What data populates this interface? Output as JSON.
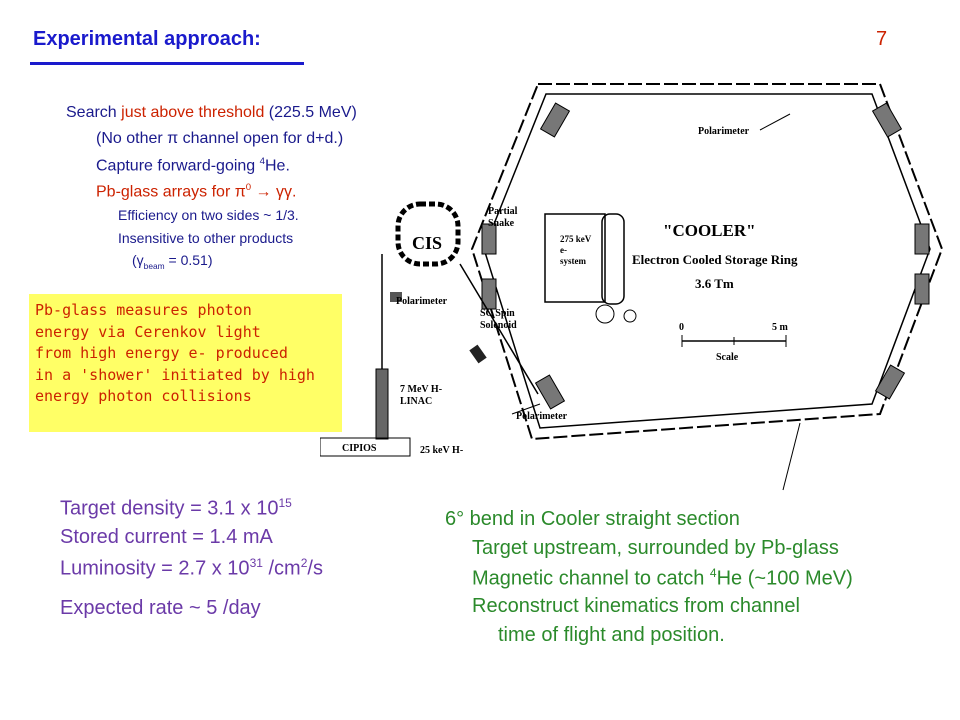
{
  "slide": {
    "title": "Experimental approach:",
    "page_number": "7"
  },
  "physics": {
    "line1_a": "Search ",
    "line1_b": "just above threshold",
    "line1_c": " (225.5 MeV)",
    "line2": "(No other π channel open for d+d.)",
    "line3_a": "Capture forward-going ",
    "line3_sup": "4",
    "line3_b": "He.",
    "line4_a": "Pb-glass arrays for π",
    "line4_sup": "0",
    "line4_b": " → γγ.",
    "line5": "Efficiency on two sides ~ 1/3.",
    "line6": "Insensitive to other products",
    "line7_a": "(γ",
    "line7_sub": "beam",
    "line7_b": " = 0.51)"
  },
  "callout": {
    "text": "Pb-glass measures photon\nenergy via Cerenkov light\nfrom high energy e- produced\nin a 'shower' initiated by high\nenergy photon collisions"
  },
  "target": {
    "density_a": "Target density = 3.1 x 10",
    "density_sup": "15",
    "current": "Stored current = 1.4 mA",
    "lum_a": "Luminosity = 2.7 x 10",
    "lum_sup": "31",
    "lum_b": " /cm",
    "lum_sup2": "2",
    "lum_c": "/s",
    "rate": "Expected rate ~ 5 /day"
  },
  "bend": {
    "line1": "6° bend in Cooler straight section",
    "line2": "Target upstream, surrounded by Pb-glass",
    "line3_a": "Magnetic channel to catch ",
    "line3_sup": "4",
    "line3_b": "He (~100 MeV)",
    "line4": "Reconstruct kinematics from channel",
    "line5": "time of flight and position."
  },
  "diagram": {
    "polarimeter_top": "Polarimeter",
    "partial_snake_1": "Partial",
    "partial_snake_2": "Snake",
    "cis": "CIS",
    "kev275_1": "275 keV",
    "kev275_2": "e-",
    "kev275_3": "system",
    "cooler": "\"COOLER\"",
    "subtitle": "Electron Cooled Storage Ring",
    "tm": "3.6 Tm",
    "scale_0": "0",
    "scale_5": "5 m",
    "scale": "Scale",
    "polarimeter_left": "Polarimeter",
    "sc_spin_1": "SC Spin",
    "sc_spin_2": "Solenoid",
    "linac_1": "7 MeV H-",
    "linac_2": "LINAC",
    "polarimeter_bottom": "Polarimeter",
    "cipios": "CIPIOS",
    "kev25": "25 keV H-"
  }
}
